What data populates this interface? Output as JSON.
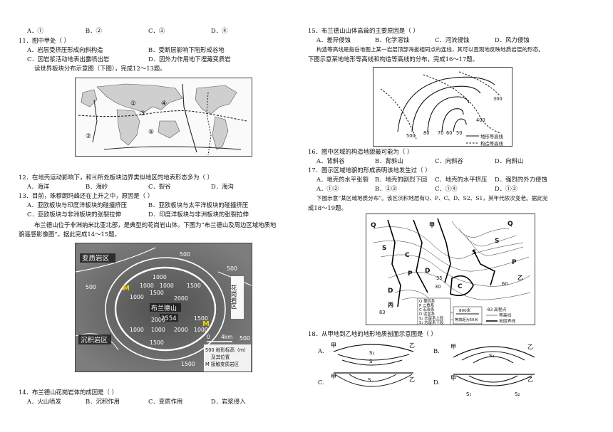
{
  "left": {
    "q10_opts": [
      "A．①",
      "B．②",
      "C．③",
      "D．④"
    ],
    "q11": {
      "stem": "11．图中甲处（  ）",
      "opts": [
        "A．岩层受挤压形成向斜构造",
        "B．受断层影响下陷形成谷地",
        "C．因岩浆活动地表出露喷出岩",
        "D．因外力作用地下埋藏变质岩"
      ]
    },
    "plate_intro": "读世界板块分布示意图（下图），完成12～13题。",
    "plate_map": {
      "labels": [
        "①",
        "②",
        "③",
        "④",
        "⑤"
      ]
    },
    "q12": {
      "stem": "12．在地壳运动影响下，和④所处板块边界类似地区的地表形态多为（  ）",
      "opts": [
        "A．海洋",
        "B．海岭",
        "C．裂谷",
        "D．海沟"
      ]
    },
    "q13": {
      "stem": "13．目前，珠穆朗玛峰还在上升之中，原因是（  ）",
      "opts": [
        "A．亚欧板块与印度洋板块的碰撞挤压",
        "B．亚欧板块与太平洋板块的碰撞挤压",
        "C．亚欧板块与非洲板块的张裂拉伸",
        "D．印度洋板块与非洲板块的张裂拉伸"
      ]
    },
    "brandberg_intro_1": "布兰德山位于非洲纳米比亚北部，是典型的花岗岩山体。下图为“布兰德山及周边区域地质地",
    "brandberg_intro_2": "貌遥感影像图”。据此完成14～15题。",
    "brandberg_map": {
      "zone_metamorphic": "变质岩区",
      "zone_granite": "花岗岩区",
      "zone_sediment": "沉积岩区",
      "peak_name": "布兰德山",
      "peak_elev": "2554",
      "contours": [
        "500",
        "500",
        "500",
        "500",
        "1000",
        "1000",
        "1000",
        "1000",
        "1000",
        "1500",
        "1500",
        "1500",
        "1500",
        "2000",
        "2000",
        "2000",
        "1000",
        "1000",
        "1500"
      ],
      "marker": "M",
      "scale_zero": "0",
      "scale_km": "4km",
      "legend_1": "500 地形标高（m）",
      "legend_2": "及其位置",
      "legend_3": "M 接触变质岩区"
    },
    "q14": {
      "stem": "14．布兰德山花岗岩体的成因是（  ）",
      "opts": [
        "A．火山喷发",
        "B．沉积作用",
        "C．变质作用",
        "D．岩浆侵入"
      ]
    }
  },
  "right": {
    "q15": {
      "stem": "15．布兰德山山体高耸的主要原因是（  ）",
      "opts": [
        "A．差异侵蚀",
        "B．化学溶蚀",
        "C．河流侵蚀",
        "D．风力侵蚀"
      ]
    },
    "contour_intro_1": "构造等高线是指岳地图上某一岩层顶部海拔相同点的连线，其可以直观地反映地质岩层的形态。",
    "contour_intro_2": "下图示意某地地形等高线和构造等高线的分布，完成16～17题。",
    "contour_map": {
      "labels": [
        "300",
        "400",
        "500",
        "80",
        "70",
        "60",
        "50"
      ],
      "legend_1": "地形等高线",
      "legend_2": "构造等高线"
    },
    "q16": {
      "stem": "16．图中区域的构造地貌最可能为（  ）",
      "opts": [
        "A．背斜谷",
        "B．背斜山",
        "C．向斜谷",
        "D．向斜山"
      ]
    },
    "q17": {
      "stem": "17．图示区域地貌的形成表明该地发生过（  ）",
      "opts": [
        "A．地壳的水平张裂",
        "B．地壳的剧烈下回",
        "C．地壳的水平挤压",
        "D．强烈的外力侵蚀"
      ],
      "opts2": [
        "A．①②",
        "B．②③",
        "C．①④",
        "D．①③"
      ]
    },
    "geo_intro_1": "下图示意“某区域地质分布”。该区沉积地层有Q、P、C、D、S2、S1，其年代依次变老。据此完",
    "geo_intro_2": "成18～19题。",
    "geo_map": {
      "letters": [
        "Q",
        "S",
        "C",
        "P",
        "D",
        "C",
        "S",
        "Q",
        "S",
        "D",
        "P",
        "乙",
        "甲",
        "丙"
      ],
      "nums": [
        "35",
        "30",
        "83",
        "60"
      ],
      "legend": [
        "Q 第四系",
        "P 二叠系",
        "C 石炭系",
        "D 泥盆系",
        "S₂ 志留系上段",
        "S₁ 志留系下段"
      ],
      "scale": "800米",
      "key_1": "·83 高程点",
      "key_2": "等高线",
      "key_3": "地层界线",
      "key_4": "等高距为50米"
    },
    "q18": {
      "stem": "18．从甲地到乙地的地形地质剖面示意图是（  ）",
      "opts": [
        "A.",
        "B.",
        "C.",
        "D."
      ],
      "jia": "甲",
      "yi": "乙",
      "s1": "S₁",
      "s2": "S₂",
      "s": "S"
    }
  }
}
